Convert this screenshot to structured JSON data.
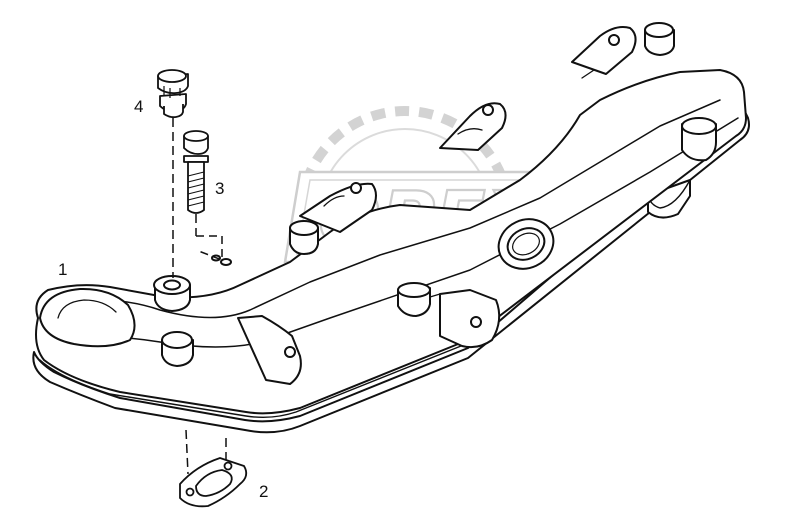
{
  "diagram": {
    "callouts": [
      {
        "id": "1",
        "label": "1"
      },
      {
        "id": "2",
        "label": "2"
      },
      {
        "id": "3",
        "label": "3"
      },
      {
        "id": "4",
        "label": "4"
      }
    ],
    "watermark": "OPEX"
  },
  "colors": {
    "line": "#111111",
    "watermark": "#c9c9c9",
    "background": "#ffffff"
  }
}
